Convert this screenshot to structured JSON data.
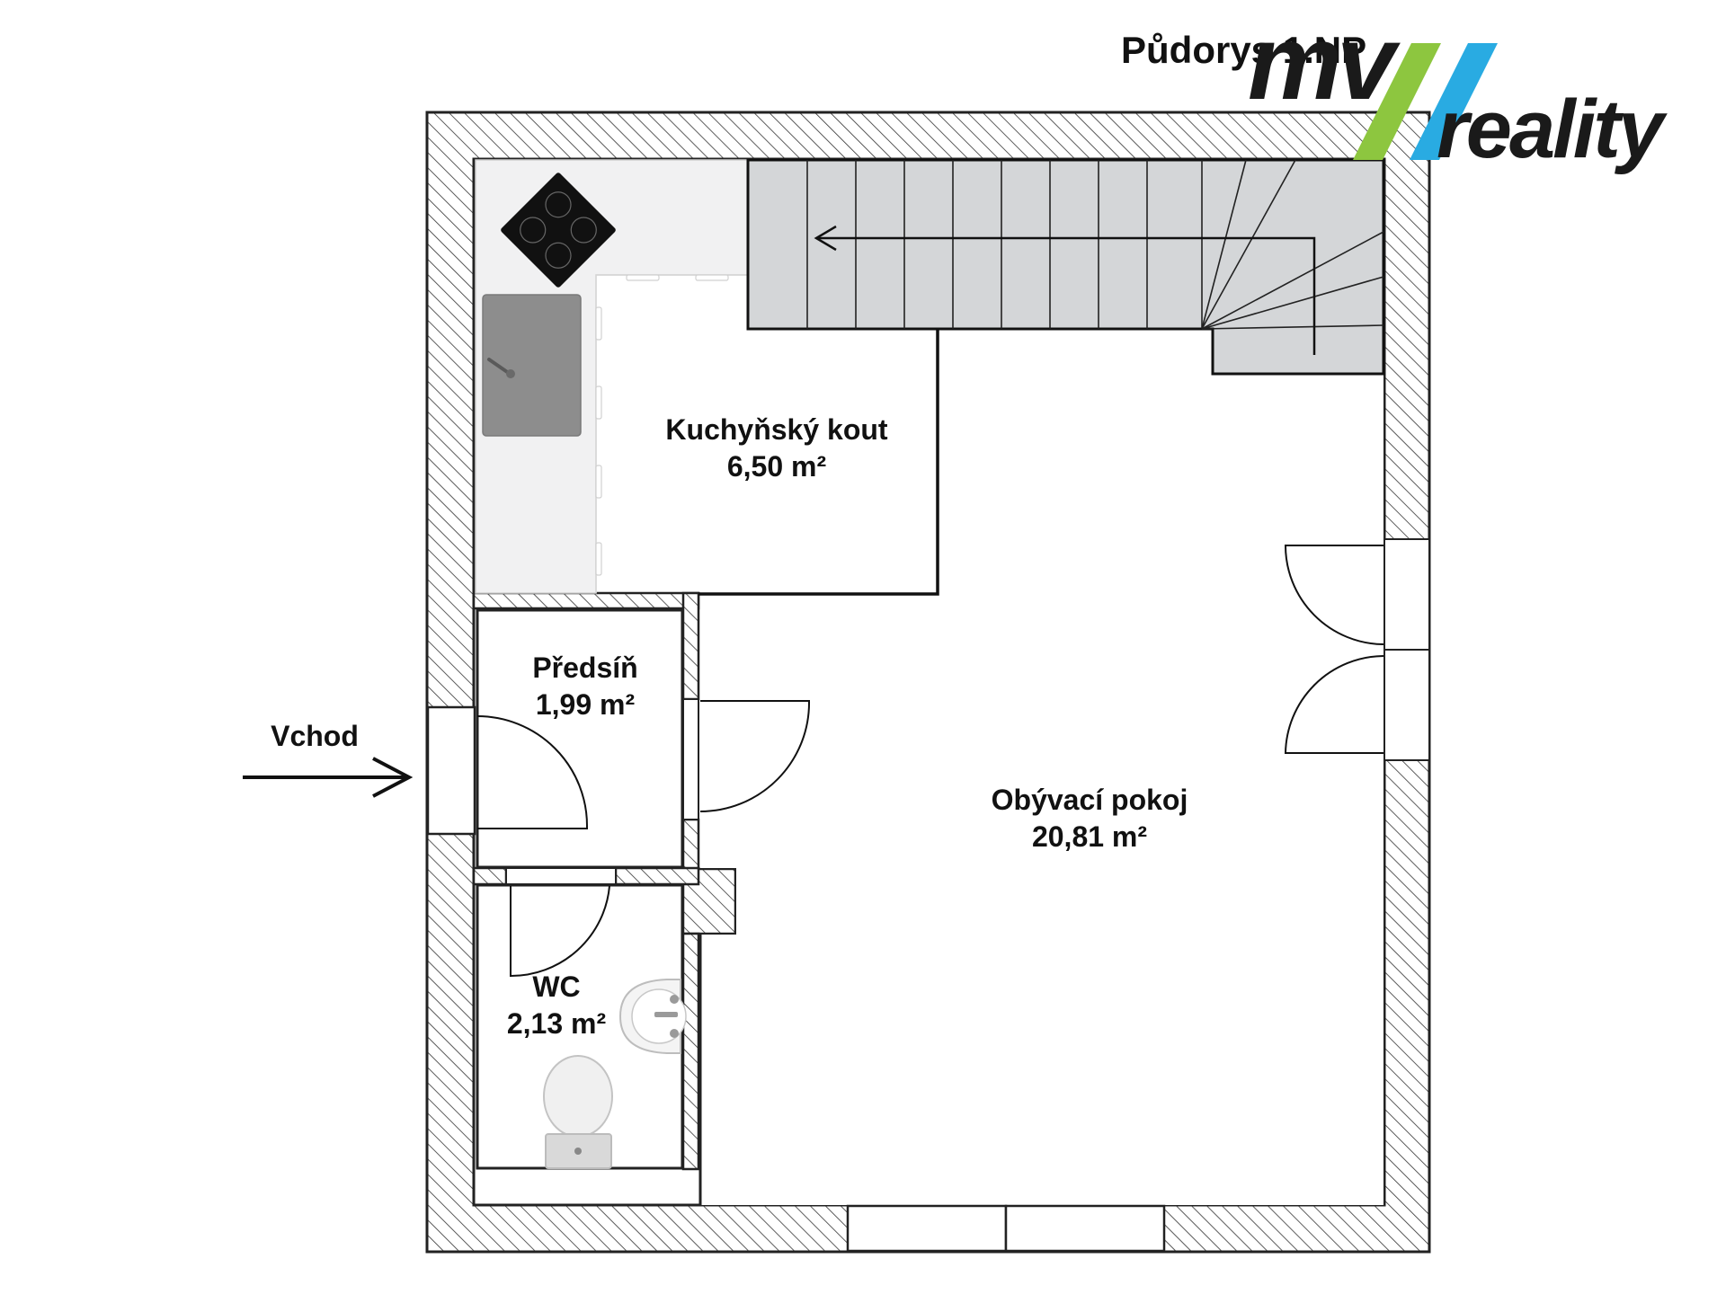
{
  "title": "Půdorys 1.NP",
  "logo": {
    "brand_text": "mv",
    "sub_text": "reality",
    "colors": {
      "stripe_green": "#8dc63f",
      "stripe_blue": "#29abe2",
      "text": "#1a1a1a"
    }
  },
  "entrance": {
    "label": "Vchod"
  },
  "rooms": {
    "kitchen": {
      "name": "Kuchyňský kout",
      "area": "6,50 m²"
    },
    "hall": {
      "name": "Předsíň",
      "area": "1,99 m²"
    },
    "wc": {
      "name": "WC",
      "area": "2,13 m²"
    },
    "living": {
      "name": "Obývací pokoj",
      "area": "20,81 m²"
    }
  },
  "colors": {
    "wall_stroke": "#222222",
    "hatch": "#333333",
    "stairs_fill": "#d4d6d8",
    "counter": "#f1f1f2",
    "sink": "#8d8d8d"
  },
  "icons": [
    "hob-icon",
    "sink-icon",
    "washbasin-icon",
    "toilet-icon",
    "stairs-arrow-icon",
    "entrance-arrow-icon"
  ]
}
